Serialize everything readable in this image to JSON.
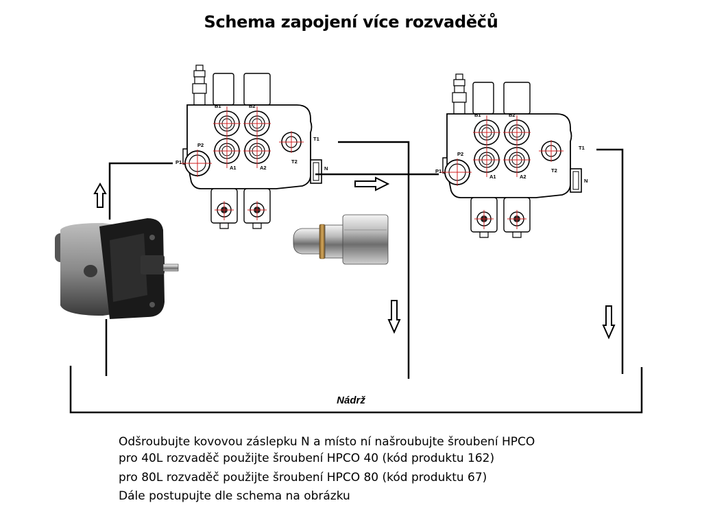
{
  "title": "Schema zapojení více rozvaděčů",
  "tank_label": "Nádrž",
  "valve_labels": {
    "b1": "B1",
    "b2": "B2",
    "a1": "A1",
    "a2": "A2",
    "p1": "P1",
    "p2": "P2",
    "t1": "T1",
    "t2": "T2",
    "n": "N"
  },
  "instructions": [
    "Odšroubujte kovovou záslepku N a místo ní našroubujte šroubení HPCO",
    "pro 40L rozvaděč použijte šroubení HPCO 40 (kód produktu 162)",
    "pro 80L rozvaděč použijte šroubení HPCO 80 (kód produktu 67)",
    "Dále postupujte dle schema na obrázku"
  ]
}
